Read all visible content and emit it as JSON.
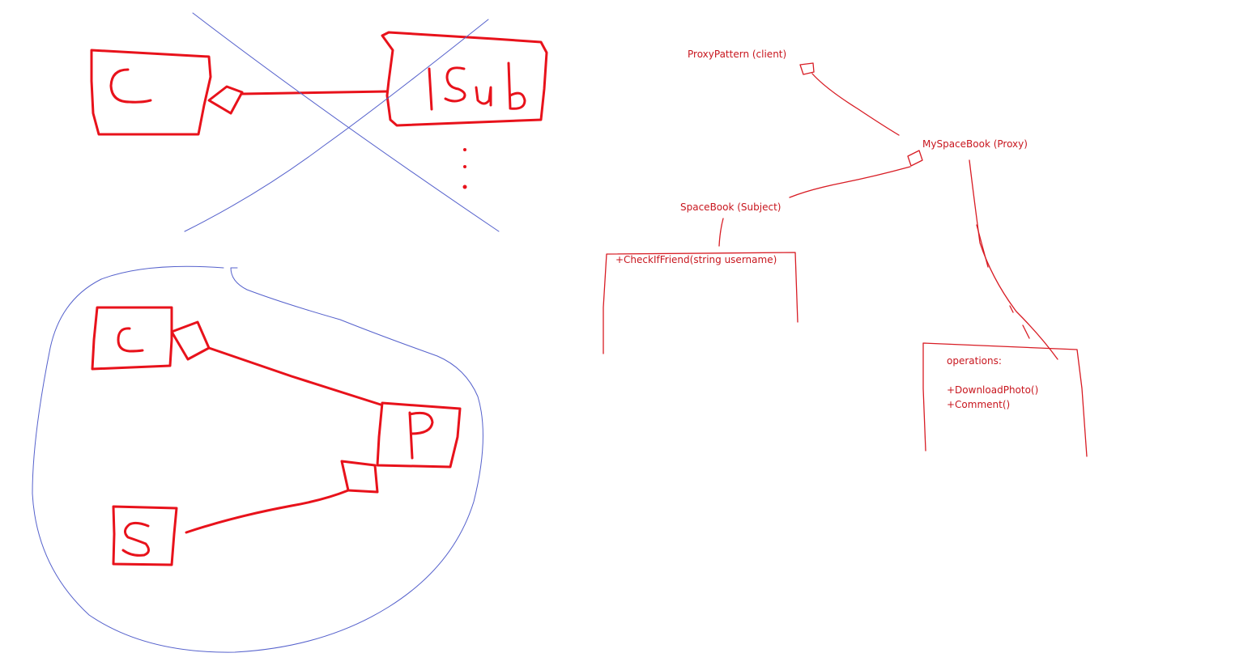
{
  "sketch_top": {
    "box_client_letter": "C",
    "box_interface_letter": "ISub"
  },
  "sketch_bottom": {
    "box_client_letter": "C",
    "box_proxy_letter": "P",
    "box_subject_letter": "S"
  },
  "uml": {
    "client_label": "ProxyPattern (client)",
    "proxy_label": "MySpaceBook (Proxy)",
    "subject_label": "SpaceBook (Subject)",
    "subject_method": "+CheckIfFriend(string username)",
    "proxy_ops_title": "operations:",
    "proxy_ops": [
      "+DownloadPhoto()",
      "+Comment()"
    ]
  },
  "colors": {
    "ink_red": "#e8121b",
    "ink_blue": "#5561cc",
    "text_red": "#c8161e"
  }
}
